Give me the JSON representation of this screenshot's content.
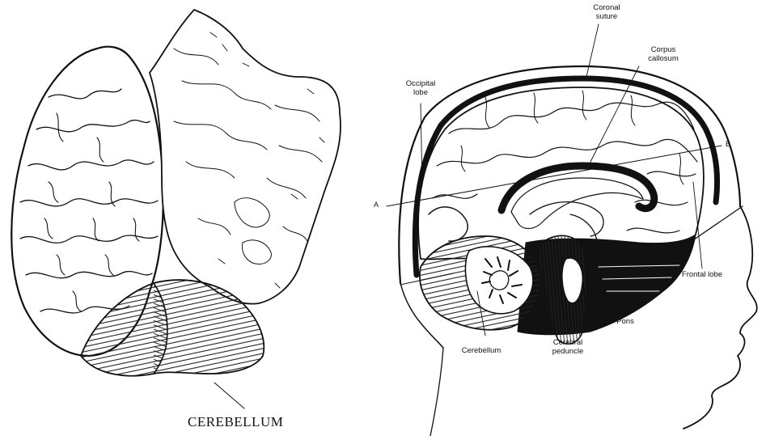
{
  "left_figure": {
    "caption": "CEREBELLUM"
  },
  "right_figure": {
    "labels": {
      "coronal_suture": [
        "Coronal",
        "suture"
      ],
      "corpus_callosum": [
        "Corpus",
        "callosum"
      ],
      "occipital_lobe": [
        "Occipital",
        "lobe"
      ],
      "frontal_lobe": "Frontal lobe",
      "pons": "Pons",
      "cerebellum": "Cerebellum",
      "cerebral_peduncle": [
        "Cerebral",
        "peduncle"
      ]
    },
    "section_line_start": "A",
    "section_line_end": "B"
  }
}
